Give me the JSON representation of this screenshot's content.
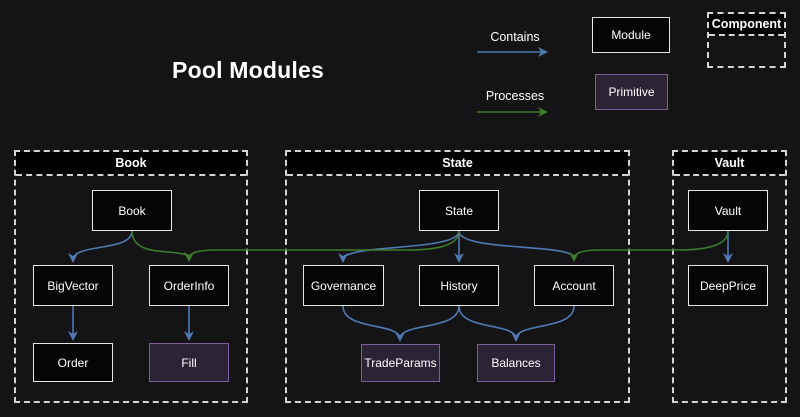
{
  "title": "Pool Modules",
  "legend": {
    "contains_label": "Contains",
    "processes_label": "Processes",
    "module_label": "Module",
    "primitive_label": "Primitive",
    "component_label": "Component"
  },
  "groups": {
    "book": {
      "label": "Book"
    },
    "state": {
      "label": "State"
    },
    "vault": {
      "label": "Vault"
    }
  },
  "nodes": {
    "book": {
      "label": "Book",
      "type": "module"
    },
    "bigvector": {
      "label": "BigVector",
      "type": "module"
    },
    "orderinfo": {
      "label": "OrderInfo",
      "type": "module"
    },
    "order": {
      "label": "Order",
      "type": "module"
    },
    "fill": {
      "label": "Fill",
      "type": "primitive"
    },
    "state": {
      "label": "State",
      "type": "module"
    },
    "governance": {
      "label": "Governance",
      "type": "module"
    },
    "history": {
      "label": "History",
      "type": "module"
    },
    "account": {
      "label": "Account",
      "type": "module"
    },
    "tradeparams": {
      "label": "TradeParams",
      "type": "primitive"
    },
    "balances": {
      "label": "Balances",
      "type": "primitive"
    },
    "vault": {
      "label": "Vault",
      "type": "module"
    },
    "deepprice": {
      "label": "DeepPrice",
      "type": "module"
    }
  },
  "edges": {
    "contains": [
      [
        "Book",
        "BigVector"
      ],
      [
        "BigVector",
        "Order"
      ],
      [
        "OrderInfo",
        "Fill"
      ],
      [
        "State",
        "Governance"
      ],
      [
        "State",
        "History"
      ],
      [
        "State",
        "Account"
      ],
      [
        "Governance",
        "TradeParams"
      ],
      [
        "History",
        "TradeParams"
      ],
      [
        "History",
        "Balances"
      ],
      [
        "Account",
        "Balances"
      ],
      [
        "Vault",
        "DeepPrice"
      ]
    ],
    "processes": [
      [
        "Book",
        "OrderInfo"
      ],
      [
        "State",
        "OrderInfo"
      ],
      [
        "Vault",
        "Account"
      ]
    ]
  },
  "colors": {
    "contains-color": "#4f79b0",
    "processes-color": "#3e7c2b",
    "primitive-fill": "#2d2336",
    "primitive-border": "#7d5f9a",
    "module-fill": "#050505",
    "module-border": "#e6e6e6",
    "dashed-border": "#d4d4d4",
    "background": "#141416",
    "text": "#ffffff"
  }
}
